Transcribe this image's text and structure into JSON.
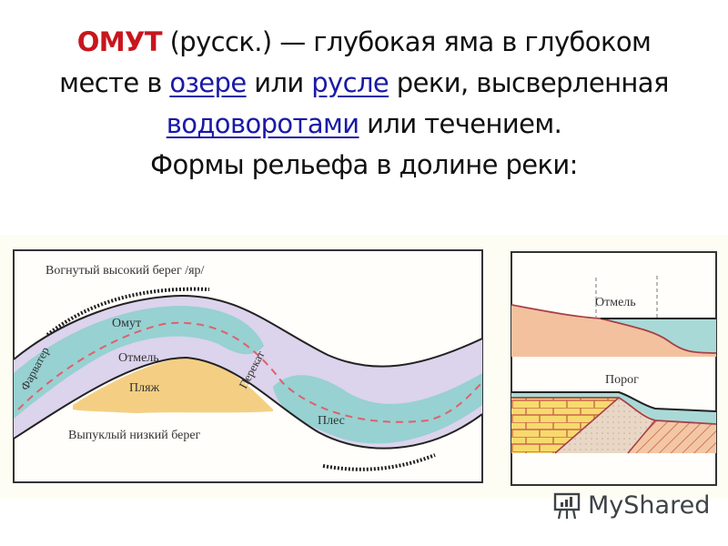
{
  "slide": {
    "lines": [
      {
        "term": "ОМУТ",
        "rest": " (русск.) — глубокая яма в глубоком"
      },
      {
        "pre": "месте в ",
        "link1": "озере",
        "mid": " или ",
        "link2": "русле",
        "post": " реки, высверленная"
      },
      {
        "link": "водоворотами",
        "post": " или течением."
      },
      {
        "text": "Формы рельефа в долине реки:"
      }
    ]
  },
  "diagram_plan": {
    "labels": {
      "high_bank": "Вогнутый высокий берег /яр/",
      "low_bank": "Выпуклый низкий берег",
      "pool": "Омут",
      "shoal": "Отмель",
      "beach": "Пляж",
      "fairway": "Фарватер",
      "rift": "Перекат",
      "reach": "Плес"
    }
  },
  "diagram_section": {
    "labels": {
      "shoal": "Отмель",
      "rapids": "Порог"
    }
  },
  "colors": {
    "term": "#c8161d",
    "link": "#1a1aa8",
    "water": "#8fd0cf",
    "shallow": "#dcd3ec",
    "beach": "#f4cf83",
    "sand_section": "#f3c19e",
    "fairway_line": "#e0606a",
    "frame": "#333333"
  },
  "watermark": {
    "text": "MyShared"
  }
}
